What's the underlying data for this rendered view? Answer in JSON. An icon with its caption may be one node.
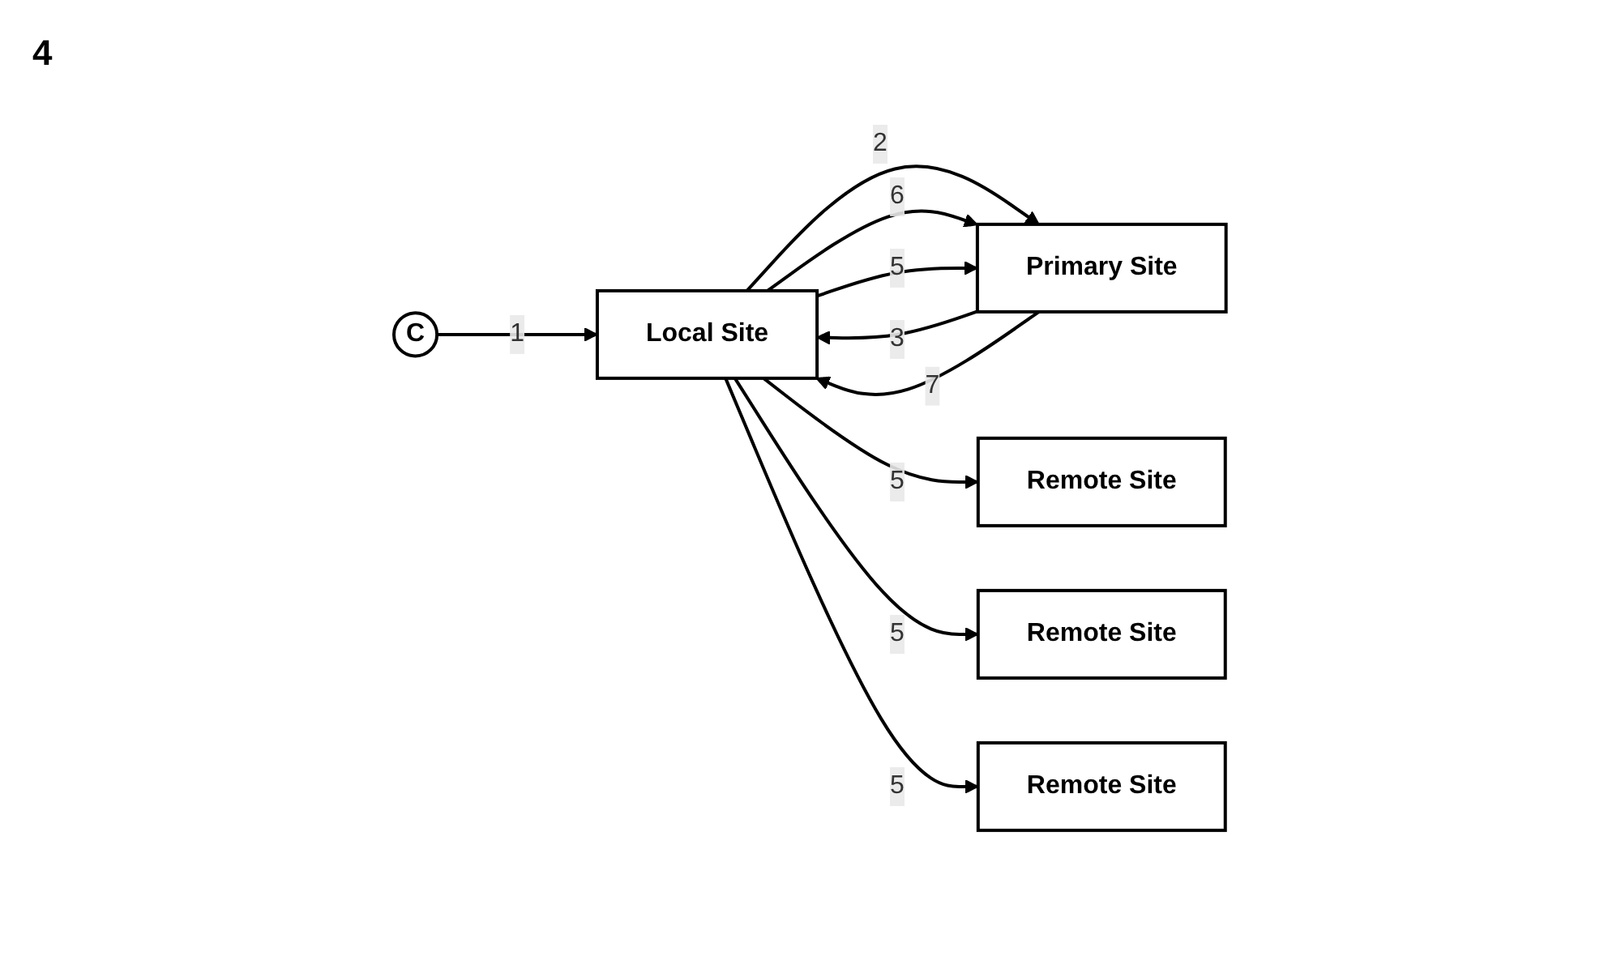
{
  "diagram": {
    "nodes": [
      {
        "text": [
          "C"
        ]
      },
      {
        "text": [
          "Local Site"
        ]
      },
      {
        "text": [
          "Primary Site"
        ]
      },
      {
        "text": [
          "Remote Site"
        ]
      },
      {
        "text": [
          "Remote Site"
        ]
      },
      {
        "text": [
          "Remote Site"
        ]
      }
    ],
    "edges": [
      {
        "from": 0,
        "to": 1,
        "arrow": "to",
        "label": "1"
      },
      {
        "from": 1,
        "to": 2,
        "arrow": "to",
        "label": "2"
      },
      {
        "from": 2,
        "to": 1,
        "arrow": "to",
        "label": "3"
      },
      {
        "from": 1,
        "to": 2,
        "arrow": "to",
        "label": "6"
      },
      {
        "from": 2,
        "to": 1,
        "arrow": "to",
        "label": "7"
      },
      {
        "from": 1,
        "to": 3,
        "arrow": "to",
        "label": "5"
      },
      {
        "from": 1,
        "to": 4,
        "arrow": "to",
        "label": "5"
      },
      {
        "from": 1,
        "to": 5,
        "arrow": "to",
        "label": "5"
      },
      {
        "from": 1,
        "to": 2,
        "arrow": "to",
        "label": "5"
      }
    ],
    "labels": [
      "4"
    ]
  }
}
